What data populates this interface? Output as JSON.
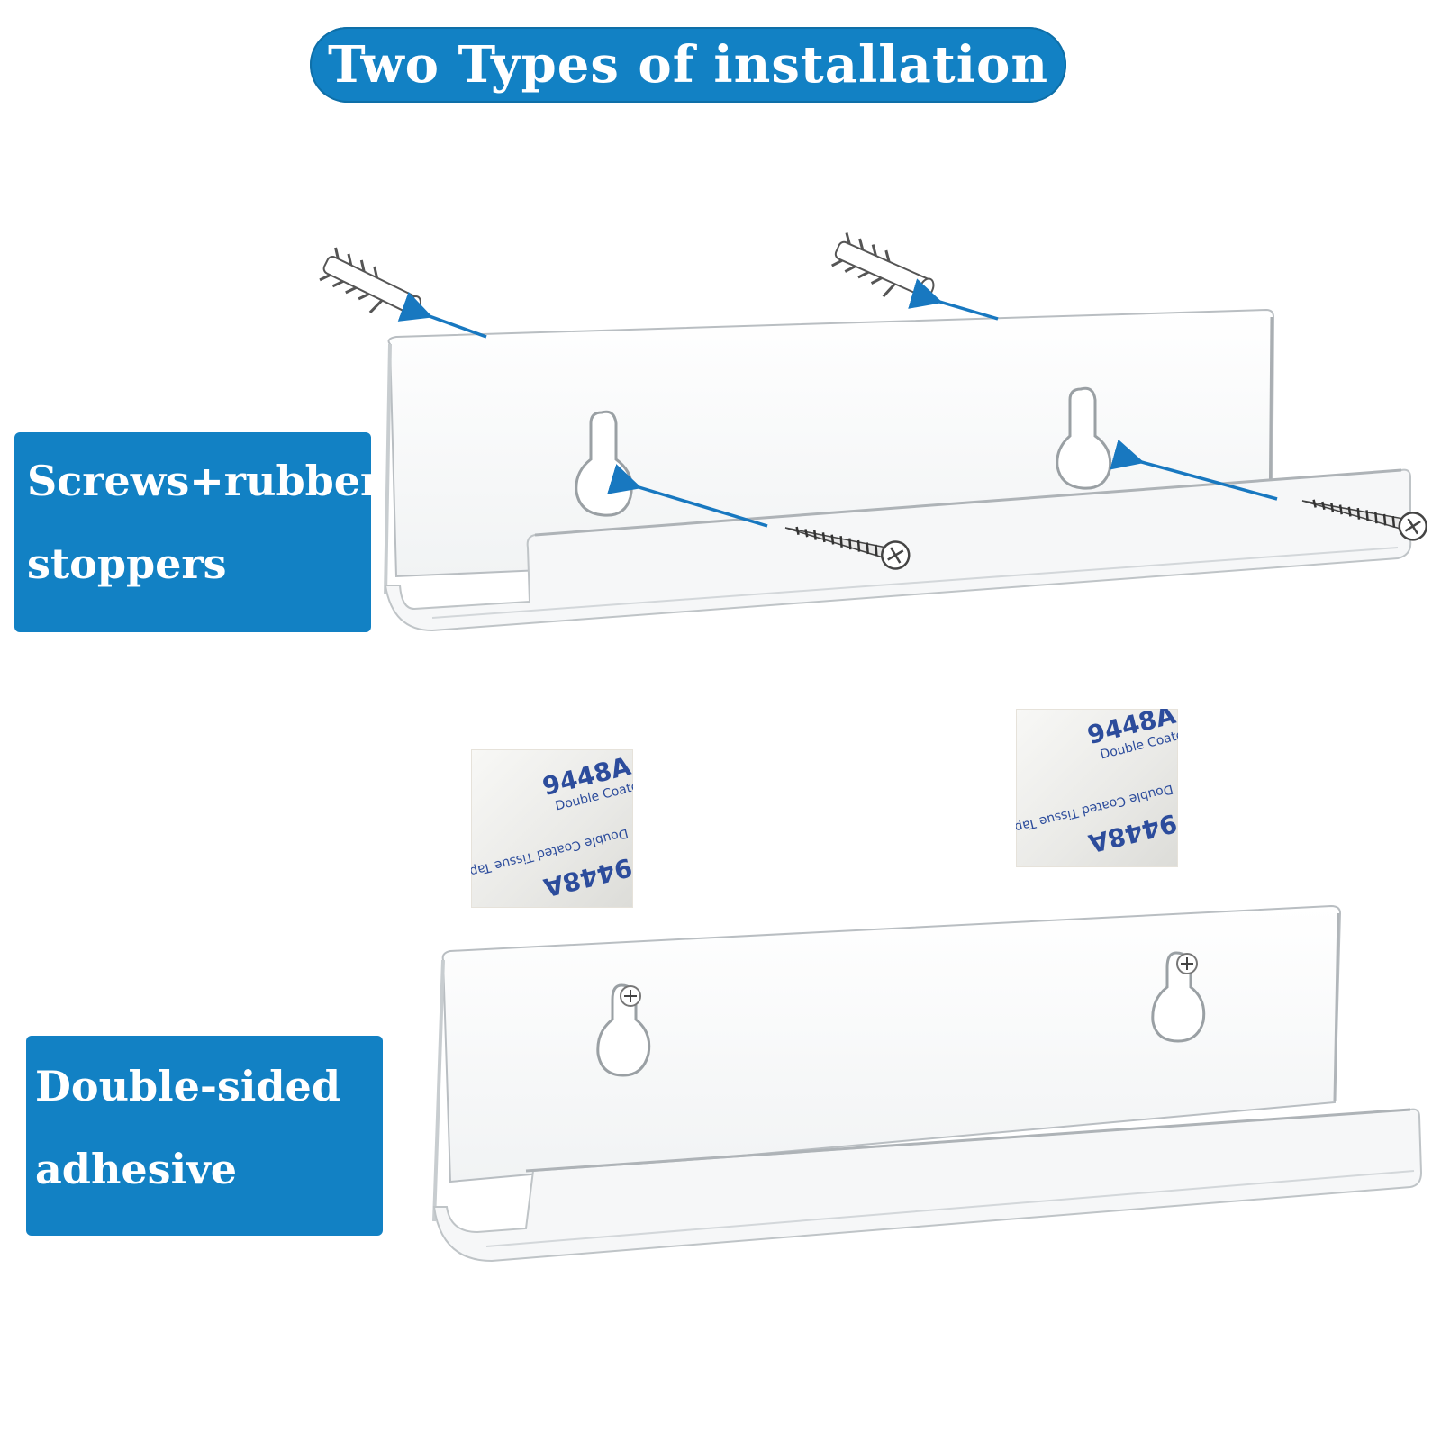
{
  "title": "Two Types of installation",
  "methods": {
    "screws": {
      "line1": "Screws+rubber",
      "line2": "stoppers"
    },
    "adhesive": {
      "line1": "Double-sided",
      "line2": "adhesive"
    }
  },
  "tape_printing": {
    "code_top": "9448A",
    "label_top": "Double Coate",
    "code_bottom": "9448A",
    "label_bottom": "Double Coated Tissue Tape"
  },
  "colors": {
    "accent_blue": "#1281c4",
    "arrow_blue": "#1878c0",
    "tape_ink": "#2c4c9c"
  },
  "icons": [
    "wall-anchor-icon",
    "screw-icon",
    "arrow-icon",
    "keyhole-slot-icon"
  ]
}
